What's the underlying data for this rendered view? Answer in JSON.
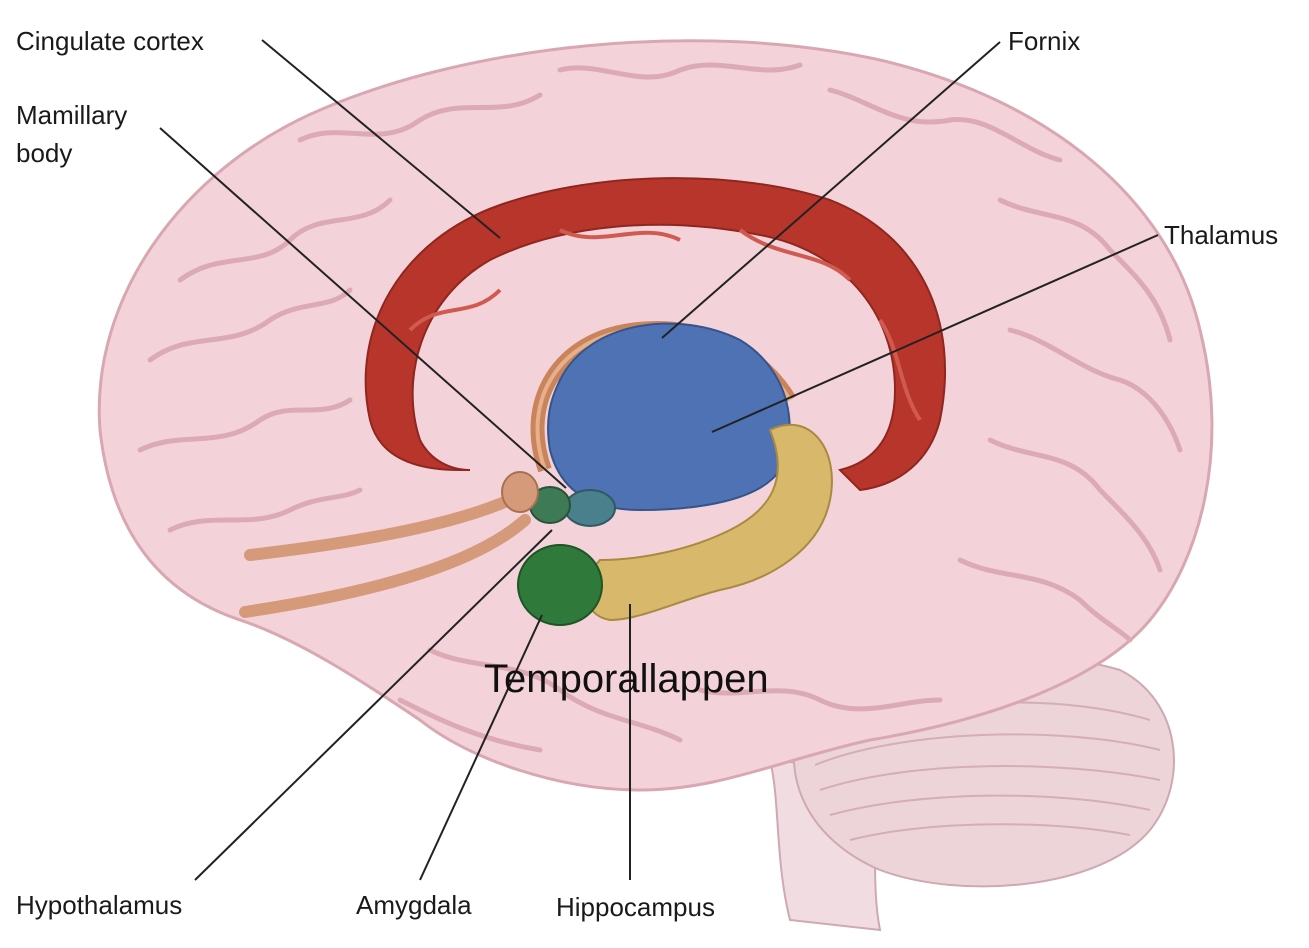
{
  "labels": {
    "cingulate_cortex": "Cingulate cortex",
    "fornix": "Fornix",
    "mamillary_body_line1": "Mamillary",
    "mamillary_body_line2": "body",
    "thalamus": "Thalamus",
    "hypothalamus": "Hypothalamus",
    "amygdala": "Amygdala",
    "hippocampus": "Hippocampus",
    "temporal_lobe": "Temporallappen"
  },
  "colors": {
    "cerebrum": "#f3d3d9",
    "gyri_lines": "#d9a7b2",
    "cingulate_cortex": "#b8352b",
    "thalamus": "#4e72b4",
    "fornix": "#c9845c",
    "hippocampus": "#d8b86a",
    "amygdala": "#2f7a3a",
    "hypothalamus": "#3d7a55",
    "mamillary_body": "#d49a7a",
    "cerebellum": "#ecd4d8",
    "brainstem": "#f1dde1",
    "leader_lines": "#222222"
  }
}
